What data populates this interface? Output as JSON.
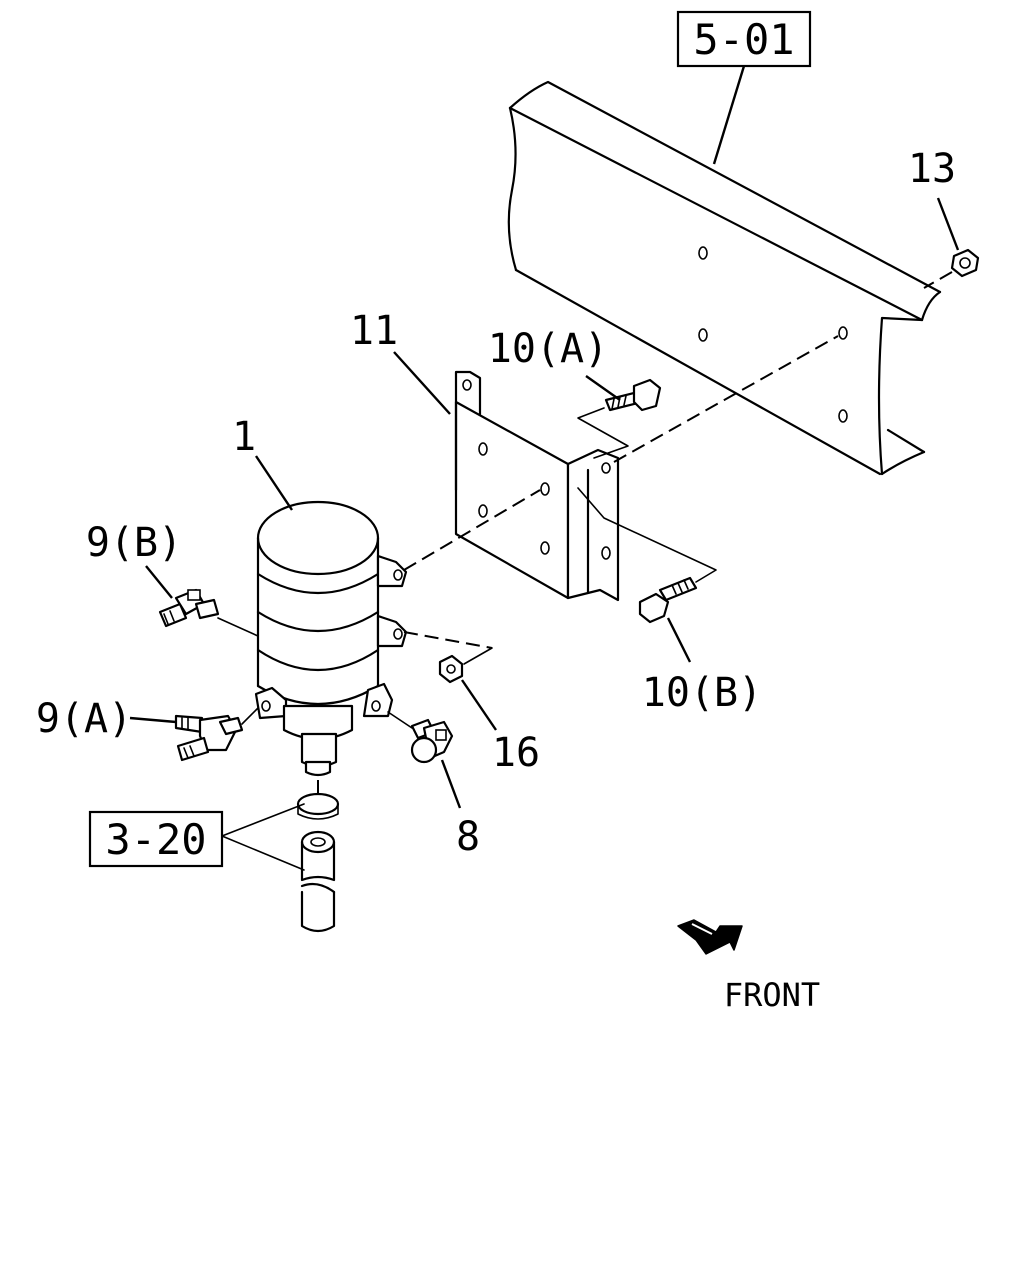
{
  "diagram": {
    "reference_boxes": {
      "frame_ref": "5-01",
      "hose_ref": "3-20"
    },
    "callouts": {
      "part_1": "1",
      "part_8": "8",
      "part_9a": "9(A)",
      "part_9b": "9(B)",
      "part_10a": "10(A)",
      "part_10b": "10(B)",
      "part_11": "11",
      "part_13": "13",
      "part_16": "16"
    },
    "direction_label": "FRONT"
  }
}
